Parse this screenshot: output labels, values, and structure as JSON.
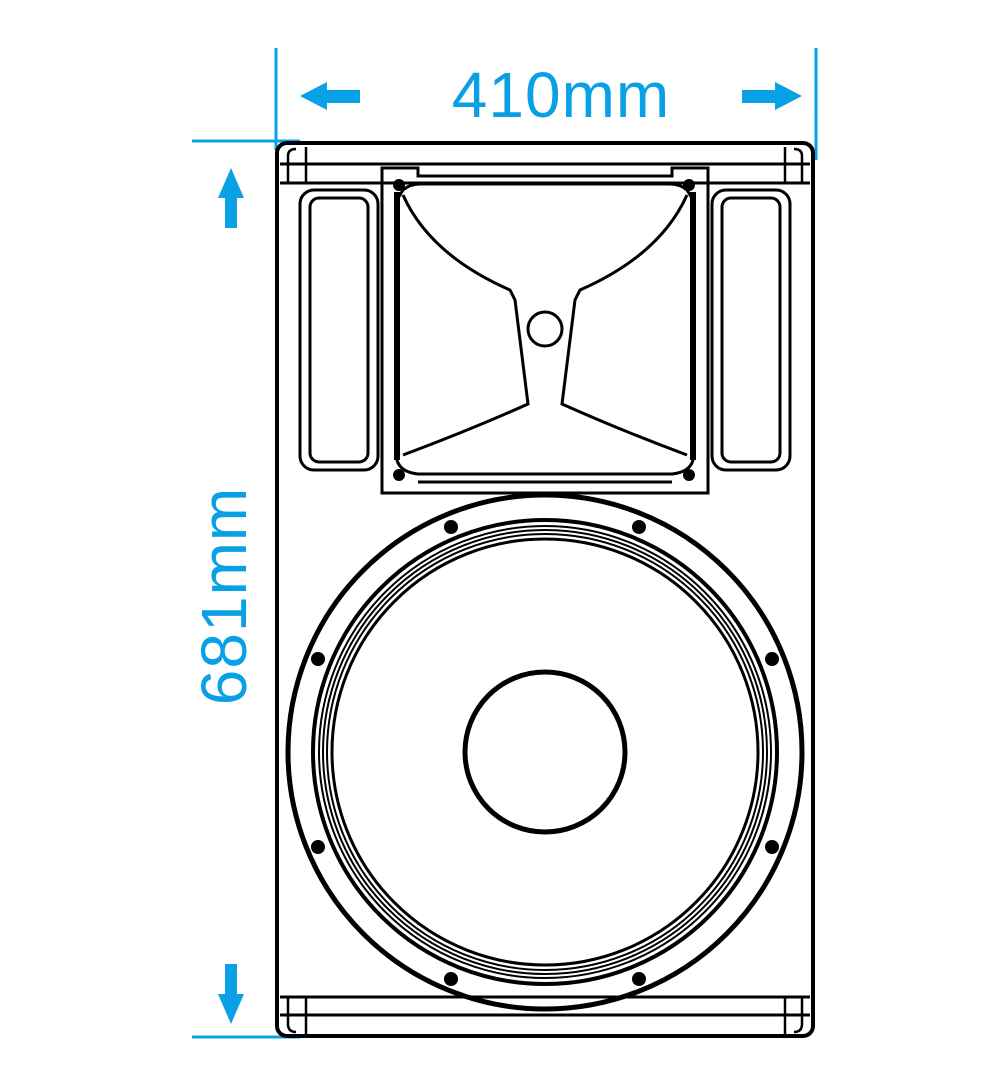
{
  "drawing": {
    "subject": "Two-way loudspeaker cabinet, front view",
    "line_color": "#000000",
    "background": "#ffffff"
  },
  "dimensions": {
    "color": "#0aa0e6",
    "width": {
      "value": 410,
      "unit": "mm",
      "label": "410mm"
    },
    "height": {
      "value": 681,
      "unit": "mm",
      "label": "681mm"
    }
  },
  "components": {
    "horn": {
      "label": "HF horn",
      "mount_screws": 4
    },
    "ports": {
      "label": "Bass reflex ports",
      "count": 2
    },
    "woofer": {
      "label": "LF woofer",
      "mount_screws": 8
    }
  },
  "icons": {
    "arrow_left": "arrow-left-icon",
    "arrow_right": "arrow-right-icon",
    "arrow_up": "arrow-up-icon",
    "arrow_down": "arrow-down-icon"
  }
}
